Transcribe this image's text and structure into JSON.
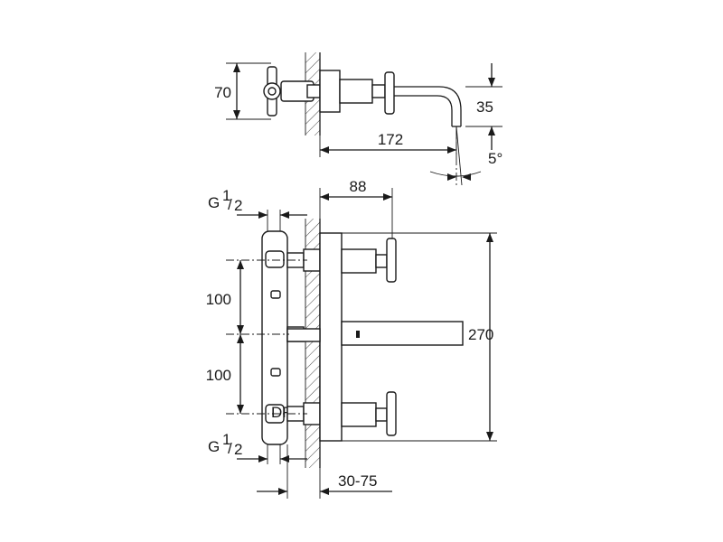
{
  "diagram": {
    "top_view": {
      "height_label": "70",
      "spout_drop_label": "35",
      "spout_length_label": "172",
      "angle_label": "5°"
    },
    "front_view": {
      "depth_label": "88",
      "thread_top_label": "G",
      "thread_top_fraction_num": "1",
      "thread_top_fraction_den": "2",
      "upper_spacing_label": "100",
      "lower_spacing_label": "100",
      "total_height_label": "270",
      "thread_bottom_label": "G",
      "thread_bottom_fraction_num": "1",
      "thread_bottom_fraction_den": "2",
      "wall_range_label": "30-75"
    }
  }
}
